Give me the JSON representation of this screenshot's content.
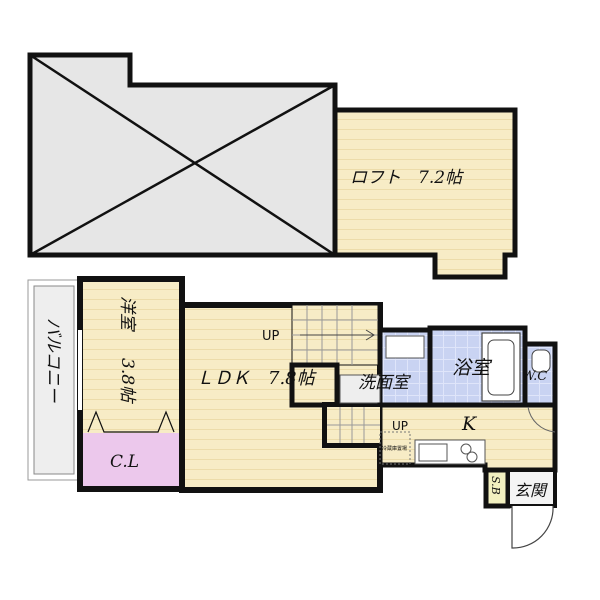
{
  "rooms": {
    "loft": "ロフト　7.2帖",
    "western_room_name": "洋室",
    "western_room_size": "3.8帖",
    "closet": "C.L",
    "balcony": "バルコニー",
    "ldk": "ＬＤＫ　7.8帖",
    "washroom": "洗面室",
    "bathroom": "浴室",
    "wc": "W.C",
    "kitchen": "K",
    "entrance": "玄関",
    "shoe_box": "S.B",
    "fridge_space": "冷蔵庫置場"
  },
  "stairs": {
    "upper_label": "UP",
    "lower_label": "UP"
  },
  "colors": {
    "floor": "#f7ecc6",
    "wet_area": "#c9d3f2",
    "closet": "#ecc8ec",
    "balcony": "#eeeeee",
    "void": "#e6e6e6",
    "wall": "#111111"
  }
}
